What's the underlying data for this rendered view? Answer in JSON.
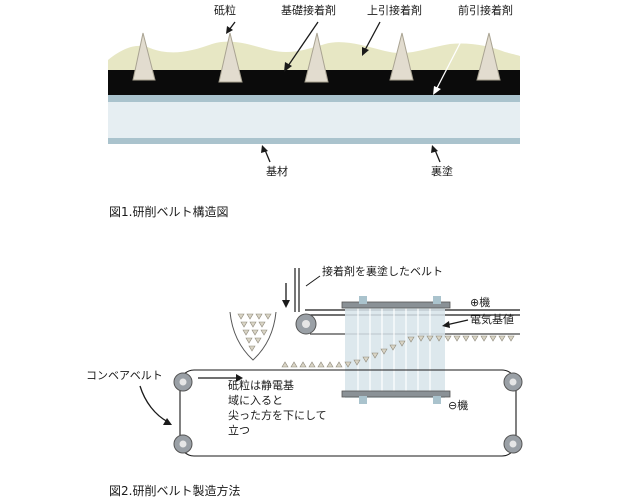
{
  "figure1": {
    "labels": {
      "grain": "砥粒",
      "base_adhesive": "基礎接着剤",
      "top_adhesive": "上引接着剤",
      "pre_adhesive": "前引接着剤",
      "substrate": "基材",
      "back_coat": "裏塗"
    },
    "caption": "図1.研削ベルト構造図",
    "colors": {
      "grain": "#e2dccf",
      "size_coat": "#e7e7c4",
      "binder": "#0b0b0b",
      "substrate": "#e6eef2",
      "back_coat": "#aac3cd"
    }
  },
  "figure2": {
    "labels": {
      "adhesive_belt": "接着剤を裏塗したベルト",
      "plus_machine": "⊕機",
      "electrostatic_plate": "電気基値",
      "conveyor_belt": "コンベアベルト",
      "grain_note": [
        "砥粒は静電基",
        "域に入ると",
        "尖った方を下にして",
        "立つ"
      ],
      "minus_machine": "⊖機"
    },
    "caption": "図2.研削ベルト製造方法"
  }
}
